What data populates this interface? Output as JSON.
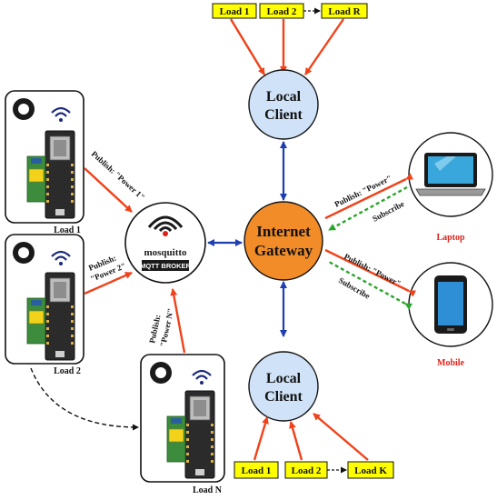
{
  "gateway": {
    "line1": "Internet",
    "line2": "Gateway",
    "color": "#f28c28"
  },
  "local_client_top": {
    "line1": "Local",
    "line2": "Client",
    "color": "#cfe2f7"
  },
  "local_client_bottom": {
    "line1": "Local",
    "line2": "Client",
    "color": "#cfe2f7"
  },
  "broker": {
    "brand": "mosquitto",
    "subtitle": "MQTT BROKER"
  },
  "top_loads": [
    "Load 1",
    "Load 2",
    "Load R"
  ],
  "bottom_loads": [
    "Load 1",
    "Load 2",
    "Load K"
  ],
  "devices": [
    {
      "label": "Load 1",
      "publish": "Publish: \"Power 1\""
    },
    {
      "label": "Load 2",
      "publish_line1": "Publish:",
      "publish_line2": "\"Power 2\""
    },
    {
      "label": "Load N",
      "publish_line1": "Publish:",
      "publish_line2": "\"Power N\""
    }
  ],
  "laptop": {
    "label": "Laptop",
    "publish": "Publish: \"Power\"",
    "subscribe": "Subscribe"
  },
  "mobile": {
    "label": "Mobile",
    "publish": "Publish: \"Power\"",
    "subscribe": "Subscribe"
  },
  "colors": {
    "arrow_red": "#f0421a",
    "arrow_blue": "#1f3fb0",
    "arrow_green": "#2aa62a",
    "load_box": "#ffff00",
    "label_red": "#e0211a"
  },
  "icons": [
    "current-sensor-clamp-icon",
    "wifi-icon",
    "esp32-board-icon",
    "relay-module-icon",
    "laptop-icon",
    "smartphone-icon",
    "radio-signal-icon"
  ]
}
